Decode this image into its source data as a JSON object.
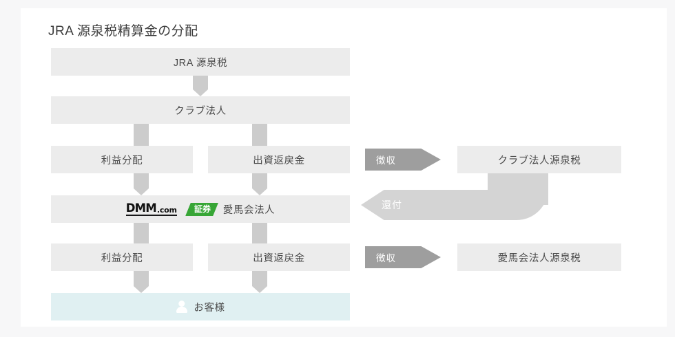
{
  "diagram": {
    "title": "JRA 源泉税精算金の分配",
    "nodes": {
      "jra_tax": "JRA 源泉税",
      "club_corp": "クラブ法人",
      "club_profit": "利益分配",
      "club_refund": "出資返戻金",
      "aibakai_corp": "愛馬会法人",
      "aibakai_profit": "利益分配",
      "aibakai_refund": "出資返戻金",
      "customer": "お客様",
      "club_withholding_tax": "クラブ法人源泉税",
      "aibakai_withholding_tax": "愛馬会法人源泉税"
    },
    "edges": {
      "collect_club": "徴収",
      "collect_aibakai": "徴収",
      "refund": "還付"
    },
    "logo": {
      "word": "DMM",
      "com": ".com",
      "badge": "証券"
    },
    "icons": {
      "customer": "person-icon"
    },
    "colors": {
      "box_fill": "#ececec",
      "customer_fill": "#e0f0f2",
      "connector": "#cccccc",
      "chevron_dark": "#9e9e9e",
      "chevron_light": "#d4d4d4",
      "brand_green": "#37a636",
      "text": "#4a4a4a",
      "canvas": "#f7f7f8",
      "card": "#ffffff"
    }
  }
}
